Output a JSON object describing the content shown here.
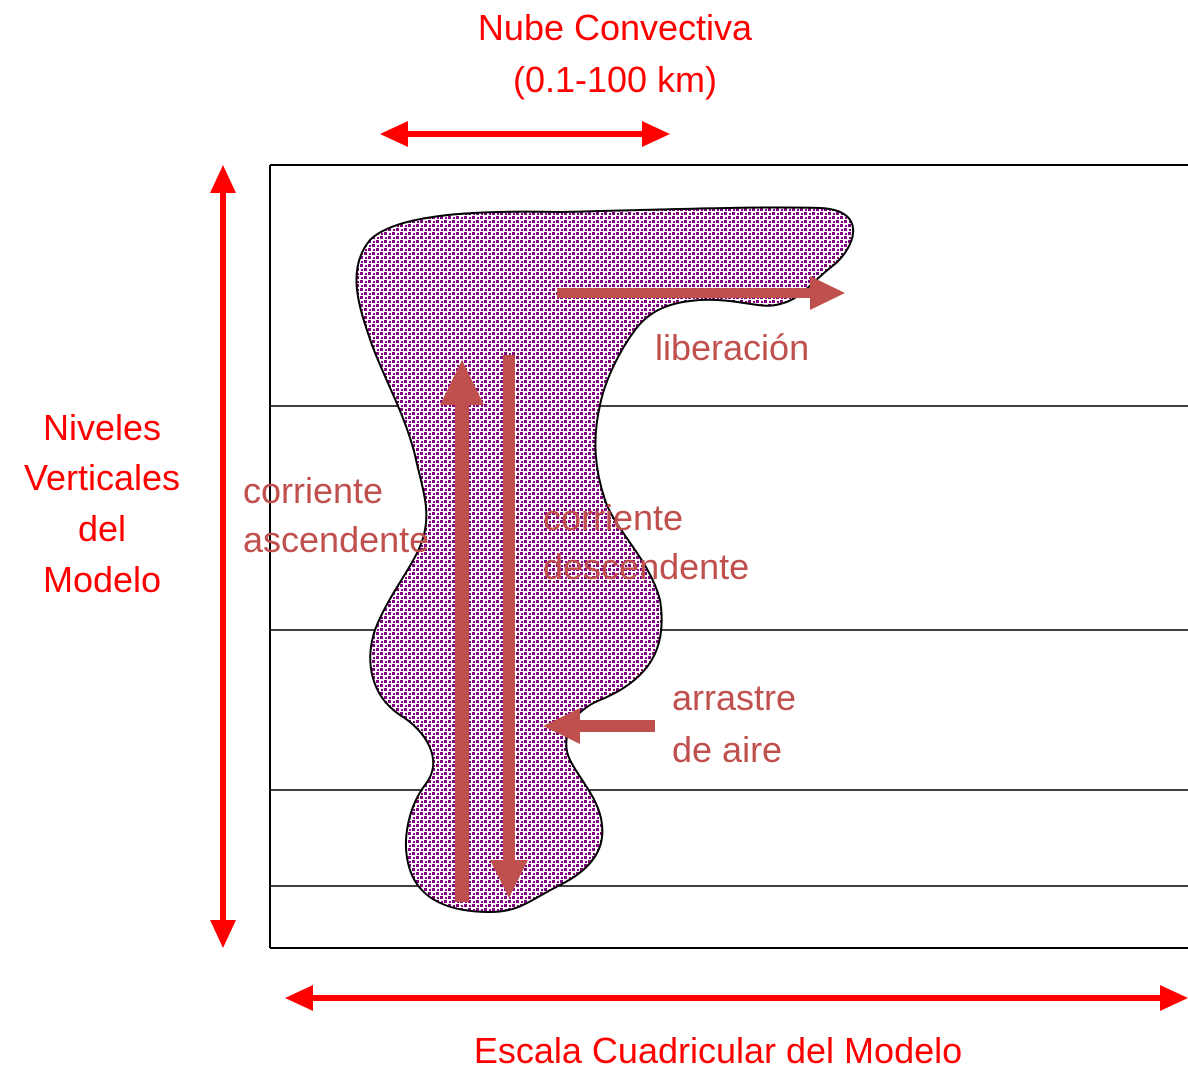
{
  "title": {
    "line1": "Nube Convectiva",
    "line2": "(0.1-100 km)"
  },
  "vertical_label": {
    "line1": "Niveles",
    "line2": "Verticales",
    "line3": "del",
    "line4": "Modelo"
  },
  "horizontal_label": "Escala Cuadricular del Modelo",
  "flow_labels": {
    "detrainment": "liberación",
    "updraft_line1": "corriente",
    "updraft_line2": "ascendente",
    "downdraft_line1": "corriente",
    "downdraft_line2": "descendente",
    "entrainment_line1": "arrastre",
    "entrainment_line2": "de aire"
  },
  "colors": {
    "scale_arrows": "#ff0000",
    "flow_arrows": "#c0504d",
    "cloud_fill": "#800080",
    "grid_lines": "#000000"
  }
}
